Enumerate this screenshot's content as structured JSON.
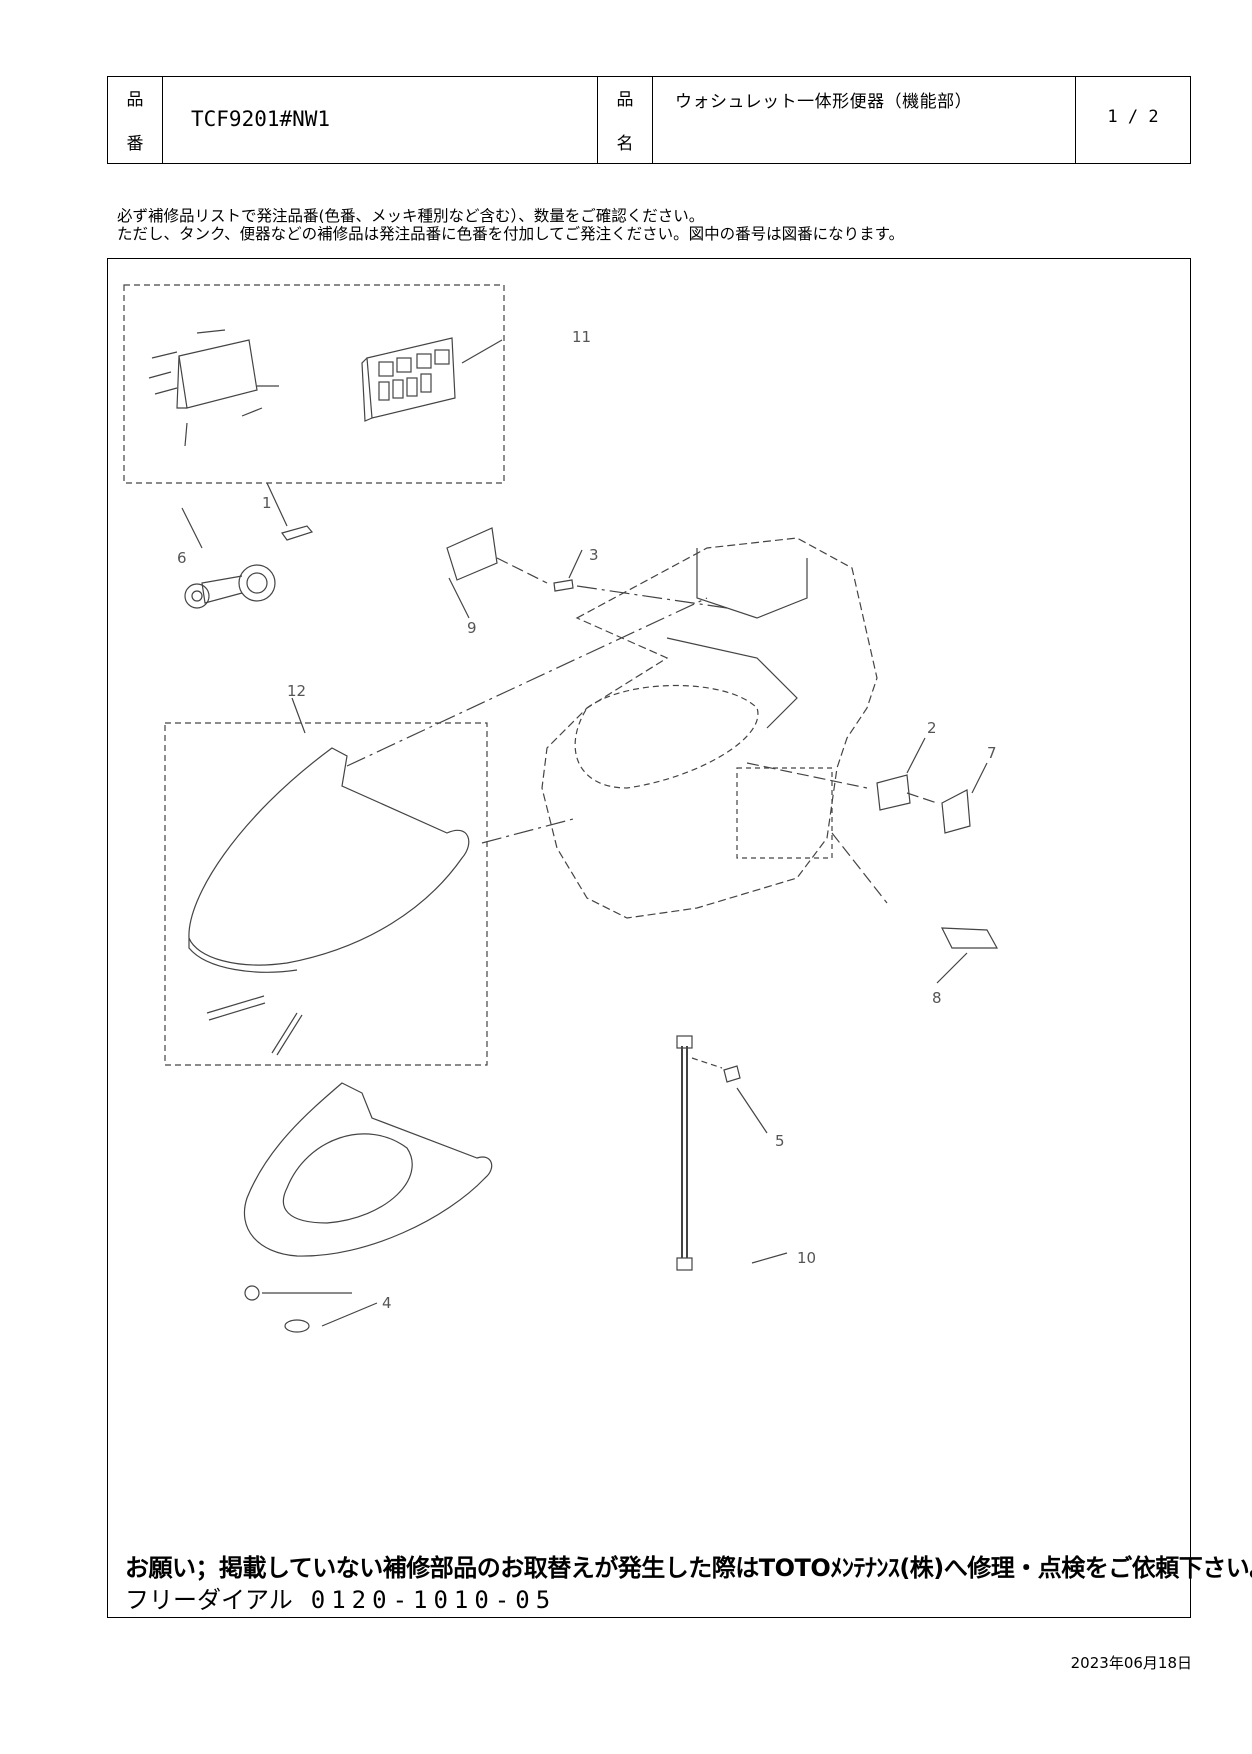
{
  "header": {
    "part_no_label_1": "品",
    "part_no_label_2": "番",
    "part_no": "TCF9201#NW1",
    "name_label_1": "品",
    "name_label_2": "名",
    "part_name": "ウォシュレット一体形便器（機能部）",
    "page": "1 / 2"
  },
  "notes": {
    "line1": "必ず補修品リストで発注品番(色番、メッキ種別など含む）、数量をご確認ください。",
    "line2": "ただし、タンク、便器などの補修品は発注品番に色番を付加してご発注ください。図中の番号は図番になります。"
  },
  "callouts": [
    "1",
    "2",
    "3",
    "4",
    "5",
    "6",
    "7",
    "8",
    "9",
    "10",
    "11",
    "12"
  ],
  "footer": {
    "request": "お願い；掲載していない補修部品のお取替えが発生した際はTOTOﾒﾝﾃﾅﾝｽ(株)へ修理・点検をご依頼下さい。",
    "freedial_label": "フリーダイアル",
    "freedial_number": "0120-1010-05"
  },
  "date": "2023年06月18日",
  "colors": {
    "line": "#000000",
    "drawing": "#444444"
  }
}
